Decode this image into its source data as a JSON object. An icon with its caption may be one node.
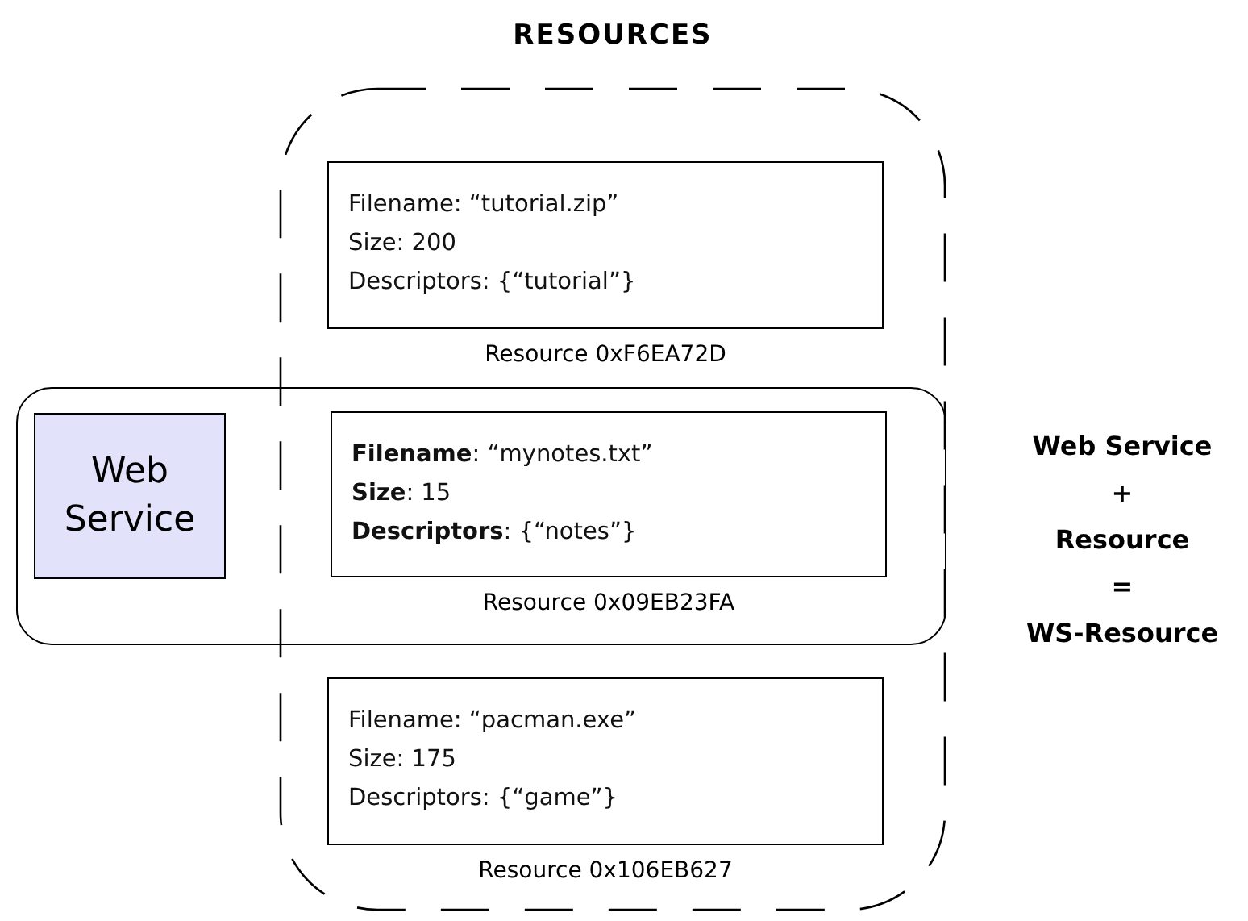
{
  "diagram": {
    "nodes": [
      {
        "text": [
          "RESOURCES"
        ]
      },
      {
        "text": [
          "Filename: “tutorial.zip”",
          "Size: 200",
          "Descriptors: {“tutorial”}"
        ],
        "in": 0,
        "beside": [
          "Resource 0xF6EA72D"
        ]
      },
      {
        "text": [],
        "shape": "box"
      },
      {
        "text": [
          "Web Service"
        ],
        "in": 2
      },
      {
        "text": [
          "**Filename**: “mynotes.txt”",
          "**Size**: 15",
          "**Descriptors**: {“notes”}"
        ],
        "beside": [
          "Resource 0x09EB23FA"
        ]
      },
      {
        "text": [
          "Filename: “pacman.exe”",
          "Size: 175",
          "Descriptors: {“game”}"
        ],
        "in": 0,
        "beside": [
          "Resource 0x106EB627"
        ]
      }
    ],
    "edges": [],
    "labels": [
      "Web Service",
      "+",
      "Resource",
      "=",
      "WS-Resource"
    ]
  }
}
